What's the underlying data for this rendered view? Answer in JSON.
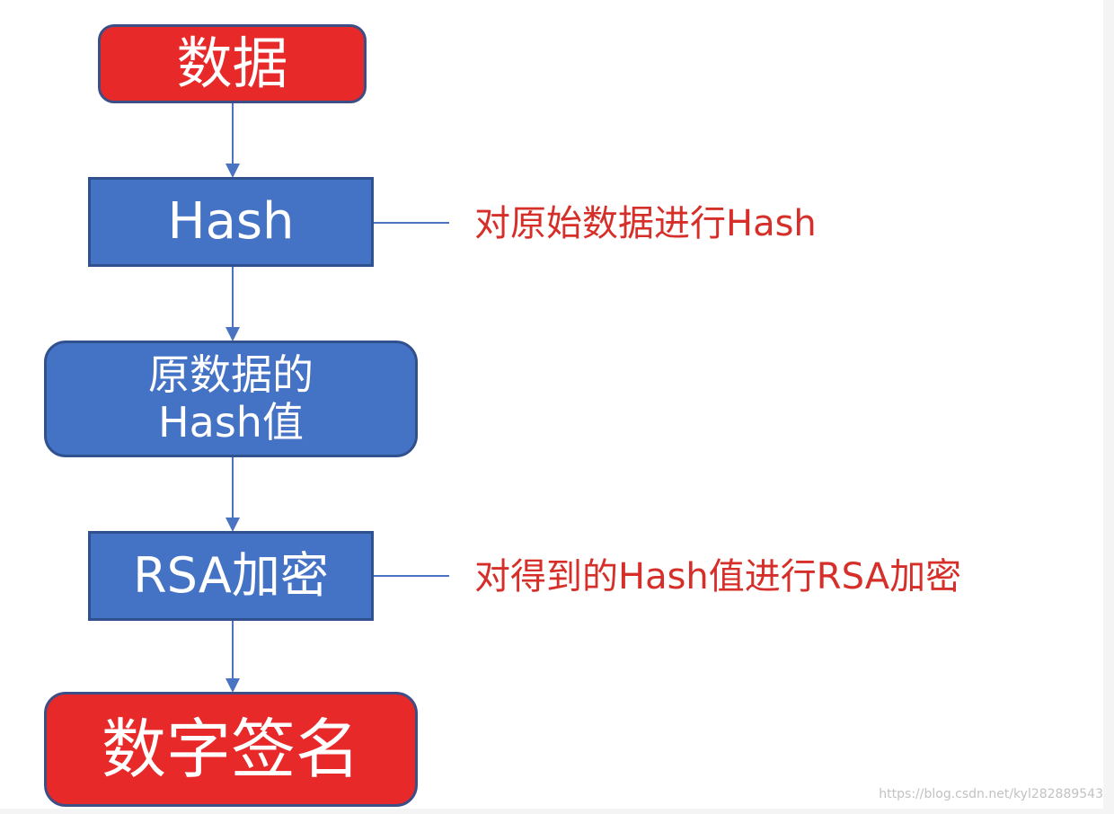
{
  "colors": {
    "start_end_fill": "#e8292a",
    "process_fill": "#4472c4",
    "border": "#2f528f",
    "connector": "#4a73c2",
    "note_text": "#d62f2a"
  },
  "nodes": {
    "data": "数据",
    "hash": "Hash",
    "hash_value_line1": "原数据的",
    "hash_value_line2": "Hash值",
    "rsa": "RSA加密",
    "signature": "数字签名"
  },
  "notes": {
    "hash": "对原始数据进行Hash",
    "rsa": "对得到的Hash值进行RSA加密"
  },
  "watermark": "https://blog.csdn.net/kyl282889543"
}
